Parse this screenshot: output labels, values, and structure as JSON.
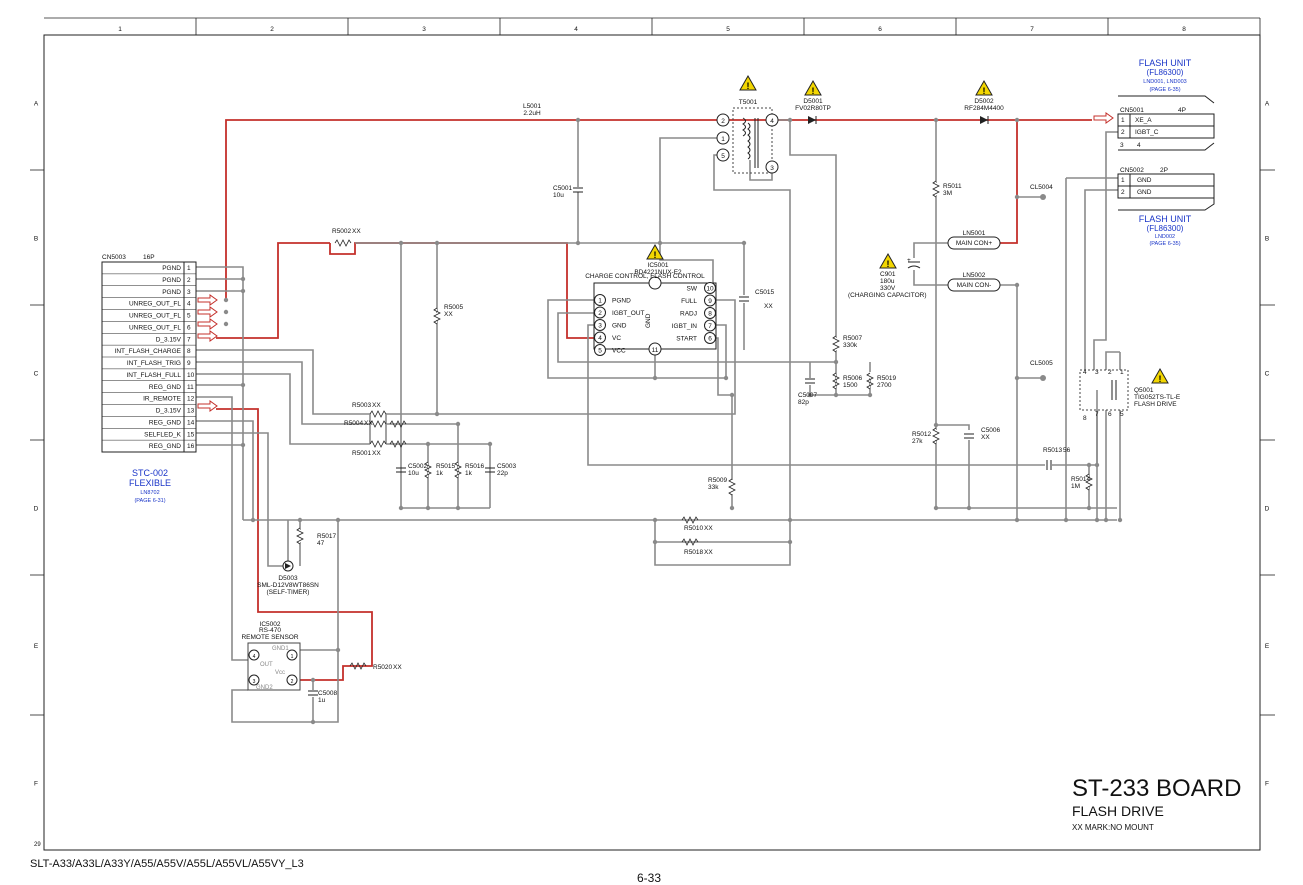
{
  "grid": {
    "columns": [
      "1",
      "2",
      "3",
      "4",
      "5",
      "6",
      "7",
      "8"
    ],
    "rows": [
      "A",
      "B",
      "C",
      "D",
      "E",
      "F"
    ]
  },
  "title_block": {
    "board": "ST-233 BOARD",
    "function": "FLASH DRIVE",
    "note": "XX MARK:NO MOUNT"
  },
  "footer": {
    "models": "SLT-A33/A33L/A33Y/A55/A55V/A55L/A55VL/A55VY_L3",
    "page": "6-33",
    "sheet_index": "29"
  },
  "connector_cn5003": {
    "ref": "CN5003",
    "pins_label": "16P",
    "pins": [
      {
        "n": "1",
        "name": "PGND"
      },
      {
        "n": "2",
        "name": "PGND"
      },
      {
        "n": "3",
        "name": "PGND"
      },
      {
        "n": "4",
        "name": "UNREG_OUT_FL"
      },
      {
        "n": "5",
        "name": "UNREG_OUT_FL"
      },
      {
        "n": "6",
        "name": "UNREG_OUT_FL"
      },
      {
        "n": "7",
        "name": "D_3.15V"
      },
      {
        "n": "8",
        "name": "INT_FLASH_CHARGE"
      },
      {
        "n": "9",
        "name": "INT_FLASH_TRIG"
      },
      {
        "n": "10",
        "name": "INT_FLASH_FULL"
      },
      {
        "n": "11",
        "name": "REG_GND"
      },
      {
        "n": "12",
        "name": "IR_REMOTE"
      },
      {
        "n": "13",
        "name": "D_3.15V"
      },
      {
        "n": "14",
        "name": "REG_GND"
      },
      {
        "n": "15",
        "name": "SELFLED_K"
      },
      {
        "n": "16",
        "name": "REG_GND"
      }
    ],
    "caption1": "STC-002",
    "caption2": "FLEXIBLE",
    "caption3": "LN8702",
    "caption4": "(PAGE 6-31)"
  },
  "connector_cn5001": {
    "ref": "CN5001",
    "pins_label": "4P",
    "pins": [
      {
        "n": "1",
        "name": "XE_A"
      },
      {
        "n": "2",
        "name": "IGBT_C"
      }
    ],
    "extra": [
      "3",
      "4"
    ],
    "caption1": "FLASH UNIT",
    "caption2": "(FL86300)",
    "caption3": "LND001, LND003",
    "caption4": "(PAGE 6-35)"
  },
  "connector_cn5002": {
    "ref": "CN5002",
    "pins_label": "2P",
    "pins": [
      {
        "n": "1",
        "name": "GND"
      },
      {
        "n": "2",
        "name": "GND"
      }
    ],
    "caption1": "FLASH UNIT",
    "caption2": "(FL86300)",
    "caption3": "LND002",
    "caption4": "(PAGE 6-35)"
  },
  "ic5001": {
    "ref": "IC5001",
    "part": "BD4221NUX-E2",
    "desc": "CHARGE CONTROL, FLASH CONTROL",
    "left_pins": [
      {
        "n": "1",
        "name": "PGND"
      },
      {
        "n": "2",
        "name": "IGBT_OUT"
      },
      {
        "n": "3",
        "name": "GND"
      },
      {
        "n": "4",
        "name": "VC"
      },
      {
        "n": "5",
        "name": "VCC"
      }
    ],
    "right_pins": [
      {
        "n": "10",
        "name": "SW"
      },
      {
        "n": "9",
        "name": "FULL"
      },
      {
        "n": "8",
        "name": "RADJ"
      },
      {
        "n": "7",
        "name": "IGBT_IN"
      },
      {
        "n": "6",
        "name": "START"
      }
    ],
    "gnd_label": "GND",
    "center_pin": "11"
  },
  "ic5002": {
    "ref": "IC5002",
    "part": "RS-470",
    "desc": "REMOTE SENSOR",
    "labels": {
      "gnd1": "GND1",
      "out": "OUT",
      "vcc": "Vcc",
      "gnd2": "GND2"
    },
    "pins": [
      "4",
      "1",
      "3",
      "2"
    ]
  },
  "q5001": {
    "ref": "Q5001",
    "part": "TIG052TS-TL-E",
    "desc": "FLASH DRIVE",
    "pins": [
      "4",
      "3",
      "2",
      "1",
      "8",
      "7",
      "6",
      "5"
    ]
  },
  "transformer": {
    "ref": "T5001",
    "pins": [
      "2",
      "1",
      "5",
      "4",
      "3"
    ]
  },
  "diodes": [
    {
      "ref": "D5001",
      "part": "FV02R80TP"
    },
    {
      "ref": "D5002",
      "part": "RF284M4400"
    }
  ],
  "led": {
    "ref": "D5003",
    "part": "SML-D12V8WT86SN",
    "desc": "(SELF-TIMER)"
  },
  "inductor": {
    "ref": "L5001",
    "value": "2.2uH"
  },
  "charging_cap": {
    "ref": "C901",
    "value1": "180u",
    "value2": "330V",
    "desc": "(CHARGING CAPACITOR)"
  },
  "lands": [
    {
      "ref": "LN5001",
      "name": "MAIN CON+"
    },
    {
      "ref": "LN5002",
      "name": "MAIN CON-"
    }
  ],
  "clands": [
    "CL5004",
    "CL5005"
  ],
  "components": {
    "C5001": {
      "ref": "C5001",
      "value": "10u"
    },
    "R5002": {
      "ref": "R5002",
      "value": "XX"
    },
    "R5005": {
      "ref": "R5005",
      "value": "XX"
    },
    "C5015": {
      "ref": "C5015",
      "value": "XX"
    },
    "R5011": {
      "ref": "R5011",
      "value": "3M"
    },
    "R5007": {
      "ref": "R5007",
      "value": "330k"
    },
    "C5007": {
      "ref": "C5007",
      "value": "82p"
    },
    "R5006": {
      "ref": "R5006",
      "value": "1500"
    },
    "R5019": {
      "ref": "R5019",
      "value": "2700"
    },
    "R5003": {
      "ref": "R5003",
      "value": "XX"
    },
    "R5004": {
      "ref": "R5004",
      "value": "XX"
    },
    "R5001": {
      "ref": "R5001",
      "value": "XX"
    },
    "C5002": {
      "ref": "C5002",
      "value": "10u"
    },
    "R5015": {
      "ref": "R5015",
      "value": "1k"
    },
    "R5016": {
      "ref": "R5016",
      "value": "1k"
    },
    "C5003": {
      "ref": "C5003",
      "value": "22p"
    },
    "R5009": {
      "ref": "R5009",
      "value": "33k"
    },
    "R5012": {
      "ref": "R5012",
      "value": "27k"
    },
    "C5006": {
      "ref": "C5006",
      "value": "XX"
    },
    "R5013": {
      "ref": "R5013",
      "value": "56"
    },
    "R5014": {
      "ref": "R5014",
      "value": "1M"
    },
    "R5010": {
      "ref": "R5010",
      "value": "XX"
    },
    "R5018": {
      "ref": "R5018",
      "value": "XX"
    },
    "R5017": {
      "ref": "R5017",
      "value": "47"
    },
    "R5020": {
      "ref": "R5020",
      "value": "XX"
    },
    "C5008": {
      "ref": "C5008",
      "value": "1u"
    }
  },
  "colors": {
    "wire": "#8a8a8a",
    "power_trace": "#c4302b",
    "link_text": "#1a35c8",
    "warning": "#f2d600"
  }
}
